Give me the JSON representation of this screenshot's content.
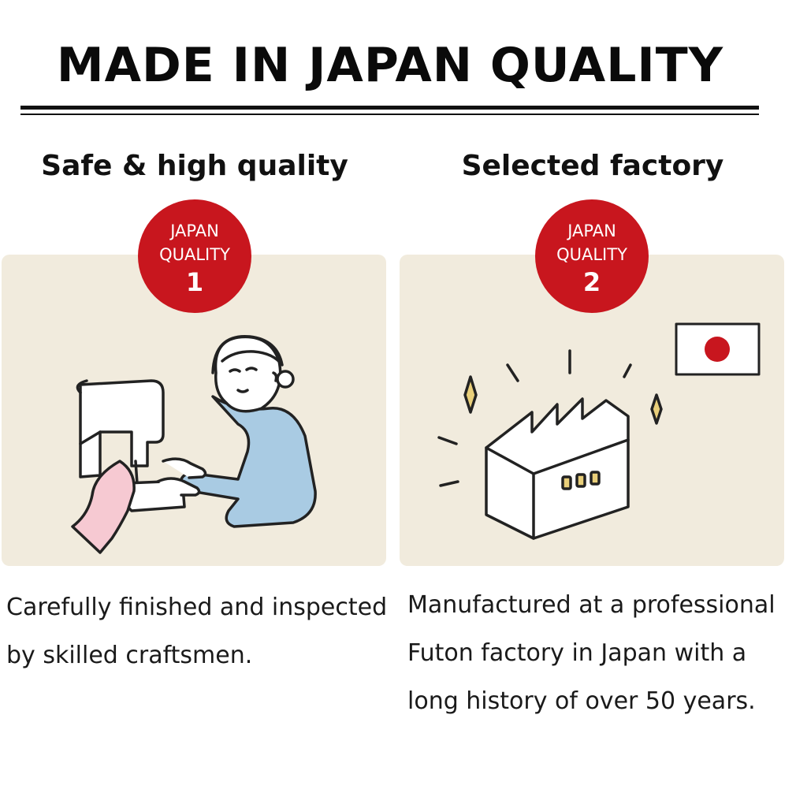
{
  "title": "MADE IN JAPAN QUALITY",
  "features": [
    {
      "heading": "Safe & high quality",
      "badge_line1": "JAPAN",
      "badge_line2": "QUALITY",
      "badge_number": "1",
      "illustration_icon": "sewing-craftsman-icon",
      "description": "Carefully finished and inspected by skilled craftsmen."
    },
    {
      "heading": "Selected factory",
      "badge_line1": "JAPAN",
      "badge_line2": "QUALITY",
      "badge_number": "2",
      "illustration_icon": "factory-icon",
      "description": "Manufactured at a professional Futon factory in Japan with a long history of over 50 years."
    }
  ],
  "colors": {
    "badge_red": "#c8161e",
    "panel_beige": "#f1ebdd",
    "text_dark": "#111111",
    "garment_pink": "#f6c9d2",
    "sleeve_blue": "#a9cbe3"
  }
}
